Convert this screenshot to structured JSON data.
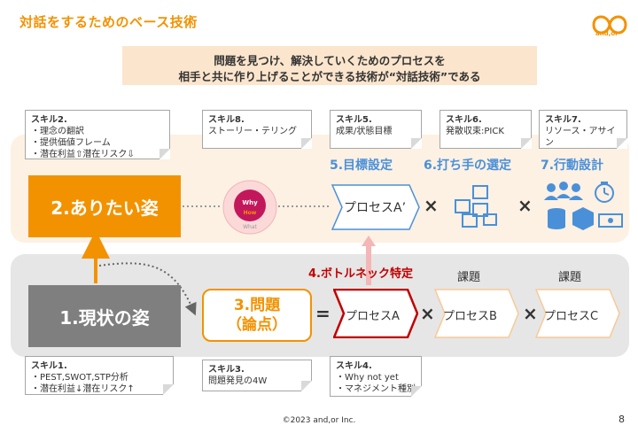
{
  "header": {
    "title": "対話をするためのベース技術",
    "logo_text": "and,or"
  },
  "banner": {
    "line1": "問題を見つけ、解決していくためのプロセスを",
    "line2": "相手と共に作り上げることができる技術が“対話技術”である"
  },
  "skills": {
    "s2": {
      "title": "スキル2.",
      "lines": [
        "・理念の翻訳",
        "・提供価値フレーム",
        "・潜在利益⇧潜在リスク⇩"
      ]
    },
    "s8": {
      "title": "スキル8.",
      "lines": [
        "ストーリー・テリング"
      ]
    },
    "s5": {
      "title": "スキル5.",
      "lines": [
        "成果/状態目標"
      ]
    },
    "s6": {
      "title": "スキル6.",
      "lines": [
        "発散収束:PICK"
      ]
    },
    "s7": {
      "title": "スキル7.",
      "lines": [
        "リソース・アサイン"
      ]
    },
    "s1": {
      "title": "スキル1.",
      "lines": [
        "・PEST,SWOT,STP分析",
        "・潜在利益↓潜在リスク↑"
      ]
    },
    "s3": {
      "title": "スキル3.",
      "lines": [
        "問題発見の4W"
      ]
    },
    "s4": {
      "title": "スキル4.",
      "lines": [
        "・Why not yet",
        "・マネジメント種別"
      ]
    }
  },
  "boxes": {
    "ideal": "2.ありたい姿",
    "current": "1.現状の姿",
    "problem_line1": "3.問題",
    "problem_line2": "（論点）"
  },
  "circle": {
    "why": "Why",
    "how": "How",
    "what": "What"
  },
  "labels": {
    "goal": "5.目標設定",
    "measure": "6.打ち手の選定",
    "action": "7.行動設計",
    "bottleneck": "4.ボトルネック特定",
    "kadai1": "課題",
    "kadai2": "課題"
  },
  "processes": {
    "a_prime": "プロセスA’",
    "a": "プロセスA",
    "b": "プロセスB",
    "c": "プロセスC"
  },
  "symbols": {
    "times": "×",
    "equals": "="
  },
  "footer": {
    "copyright": "©2023 and,or Inc.",
    "page": "8"
  },
  "colors": {
    "orange": "#f39200",
    "gray": "#7f7f7f",
    "blue": "#4a90d9",
    "red": "#c00000",
    "band_top": "#fdf1e3",
    "band_bottom": "#e6e6e6"
  }
}
